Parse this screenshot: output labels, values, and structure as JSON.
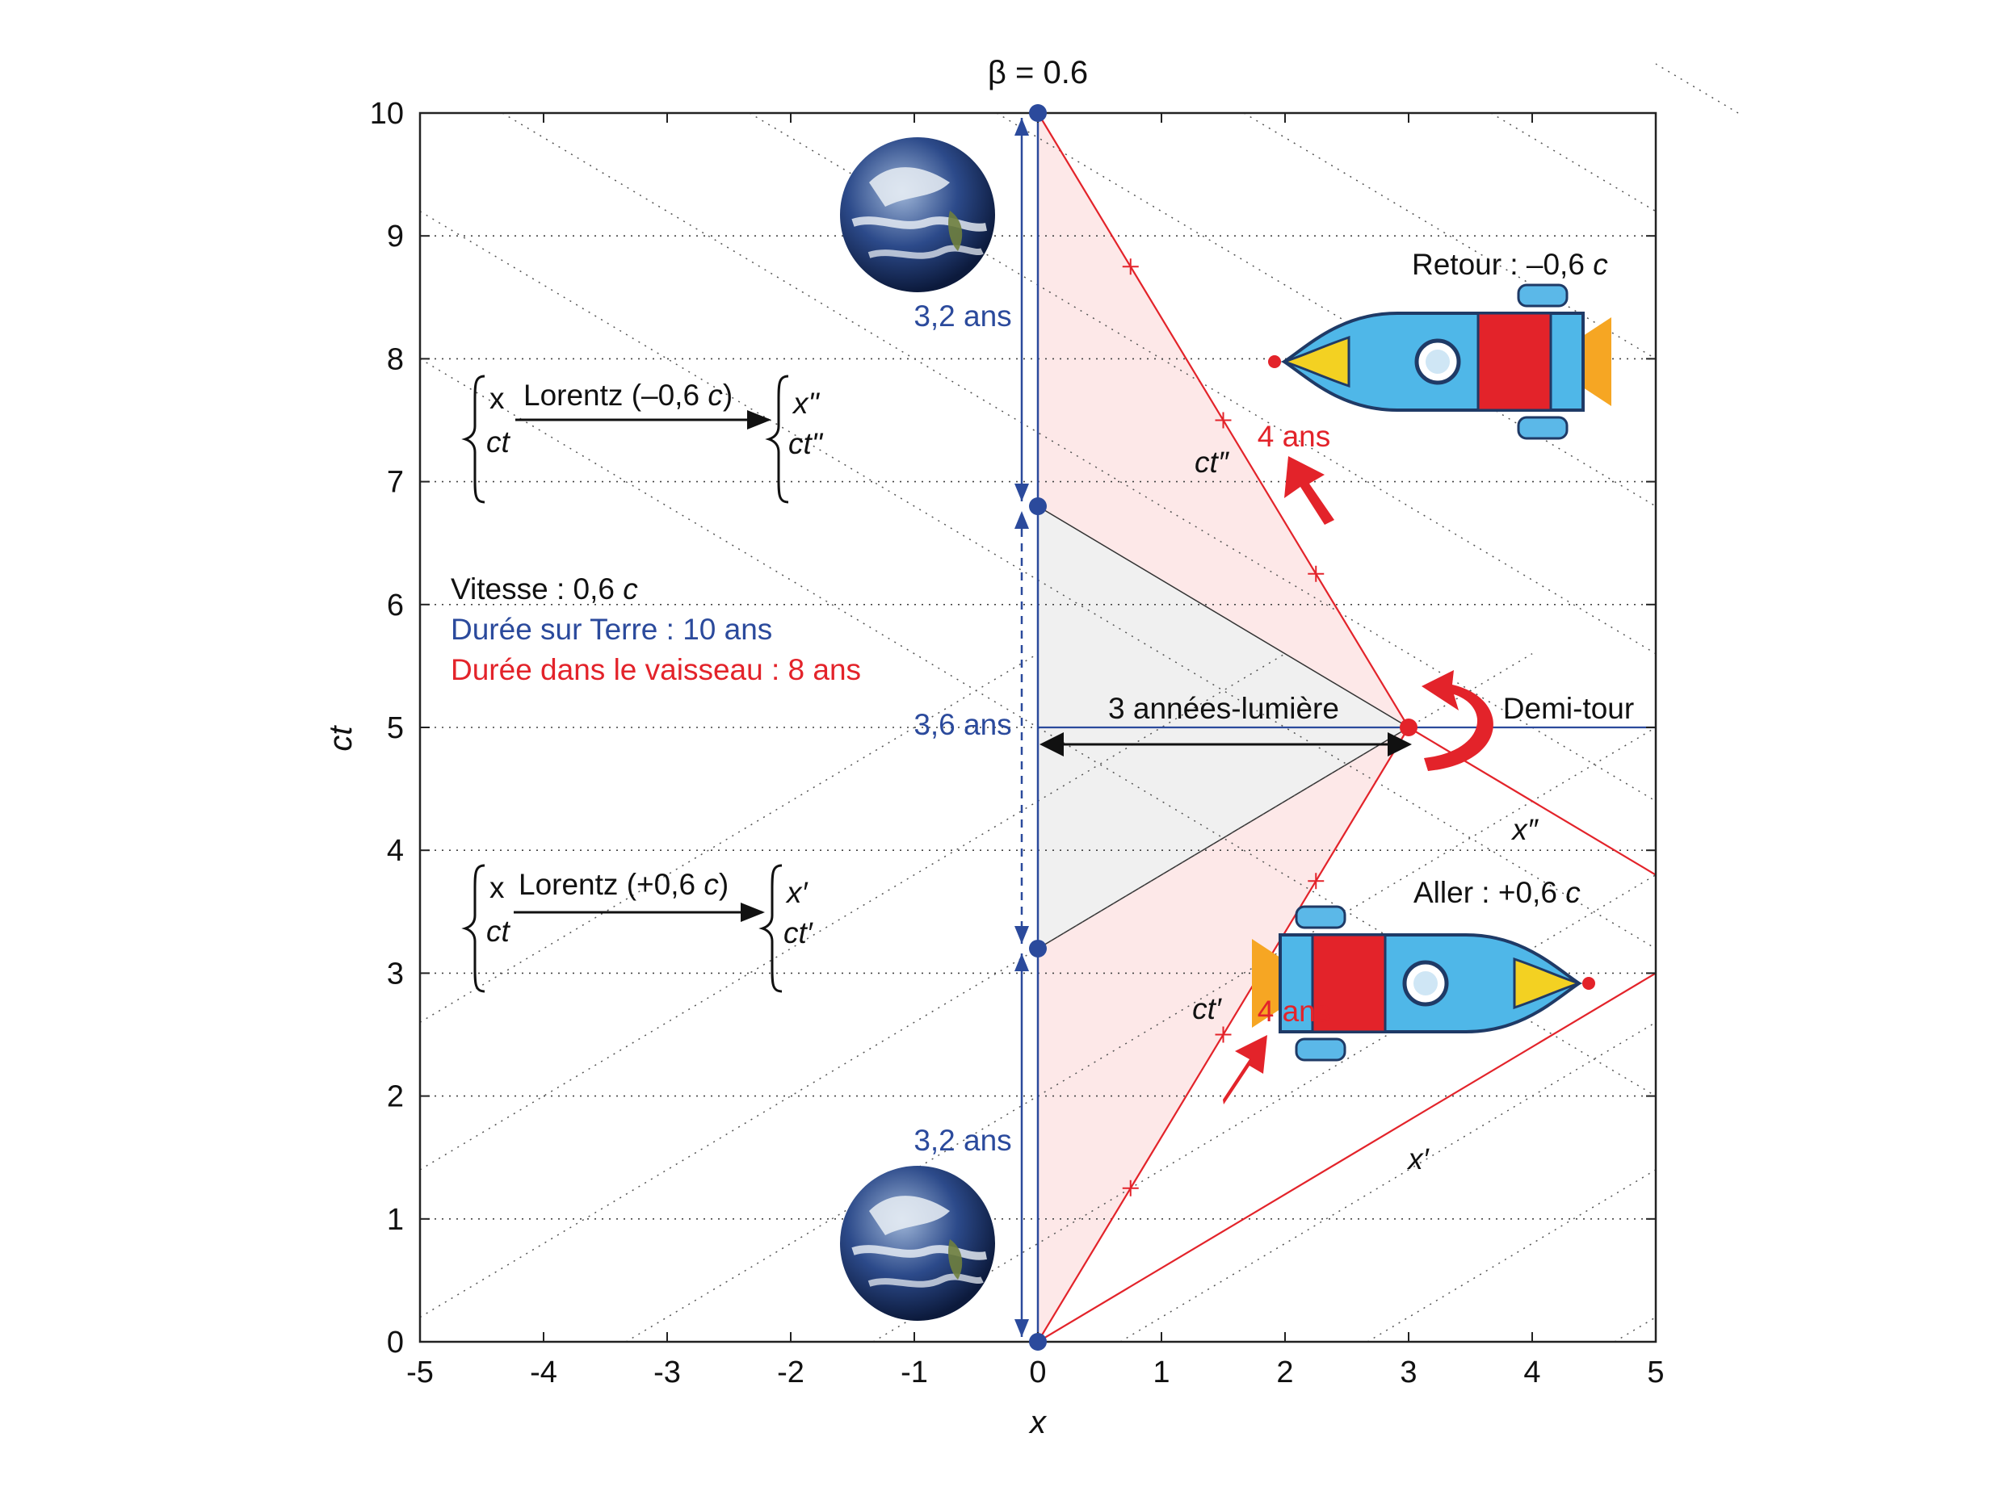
{
  "chart_data": {
    "type": "line",
    "title": "β = 0.6",
    "xlabel": "x",
    "ylabel": "ct",
    "xlim": [
      -5,
      5
    ],
    "ylim": [
      0,
      10
    ],
    "x_ticks": [
      "-5",
      "-4",
      "-3",
      "-2",
      "-1",
      "0",
      "1",
      "2",
      "3",
      "4",
      "5"
    ],
    "y_ticks": [
      "0",
      "1",
      "2",
      "3",
      "4",
      "5",
      "6",
      "7",
      "8",
      "9",
      "10"
    ],
    "grid": "horizontal dotted",
    "series": [
      {
        "name": "Aller : +0,6 c",
        "points": [
          [
            0,
            0
          ],
          [
            3,
            5
          ]
        ],
        "color": "#e3232a"
      },
      {
        "name": "Retour : –0,6 c",
        "points": [
          [
            3,
            5
          ],
          [
            0,
            10
          ]
        ],
        "color": "#e3232a"
      },
      {
        "name": "x′",
        "points": [
          [
            0,
            0
          ],
          [
            5,
            3
          ]
        ],
        "color": "#e3232a"
      },
      {
        "name": "x″",
        "points": [
          [
            3,
            5
          ],
          [
            5,
            3.8
          ]
        ],
        "color": "#e3232a"
      },
      {
        "name": "3 années-lumière",
        "points": [
          [
            0,
            5
          ],
          [
            5,
            5
          ]
        ],
        "color": "#2b4a9c"
      }
    ],
    "year_marks": [
      [
        0.75,
        1.25
      ],
      [
        1.5,
        2.5
      ],
      [
        2.25,
        3.75
      ],
      [
        2.25,
        6.25
      ],
      [
        1.5,
        7.5
      ],
      [
        0.75,
        8.75
      ]
    ],
    "earth_events": [
      [
        0,
        0
      ],
      [
        0,
        3.2
      ],
      [
        0,
        6.8
      ],
      [
        0,
        10
      ]
    ],
    "turnaround_event": [
      3,
      5
    ],
    "shaded_regions": [
      {
        "fill": "pink",
        "points": [
          [
            0,
            0
          ],
          [
            3,
            5
          ],
          [
            0,
            10
          ]
        ]
      },
      {
        "fill": "gray",
        "points": [
          [
            0,
            3.2
          ],
          [
            3,
            5
          ],
          [
            0,
            6.8
          ]
        ]
      }
    ]
  },
  "annotations": {
    "earth_segment_top": "3,2 ans",
    "earth_segment_mid": "3,6 ans",
    "earth_segment_bottom": "3,2 ans",
    "ship_years_up": "4 ans",
    "ship_years_down": "4 ans",
    "distance": "3 années-lumière",
    "turnaround": "Demi-tour",
    "return_label": "Retour : –0,6 ",
    "return_c": "c",
    "outbound_label": "Aller : +0,6 ",
    "outbound_c": "c",
    "ct_double_prime": "ct″",
    "x_double_prime": "x″",
    "ct_prime": "ct′",
    "x_prime": "x′"
  },
  "info_box": {
    "speed_label": "Vitesse : 0,6 ",
    "speed_c": "c",
    "earth_duration": "Durée sur Terre : 10 ans",
    "ship_duration": "Durée dans le vaisseau : 8 ans"
  },
  "transforms": {
    "top": {
      "in_x": "x",
      "in_ct": "ct",
      "label_prefix": "Lorentz (–0,6 ",
      "label_c": "c",
      "label_suffix": ")",
      "out_x": "x\"",
      "out_ct": "ct\""
    },
    "bottom": {
      "in_x": "x",
      "in_ct": "ct",
      "label_prefix": "Lorentz (+0,6 ",
      "label_c": "c",
      "label_suffix": ")",
      "out_x": "x′",
      "out_ct": "ct′"
    }
  },
  "colors": {
    "earth_blue": "#2b4a9c",
    "ship_red": "#e3232a",
    "pink_fill": "#fde8e8",
    "gray_fill": "#f0f0f0"
  },
  "icons": [
    "earth-icon",
    "rocket-icon",
    "u-turn-arrow-icon",
    "up-arrow-icon"
  ]
}
